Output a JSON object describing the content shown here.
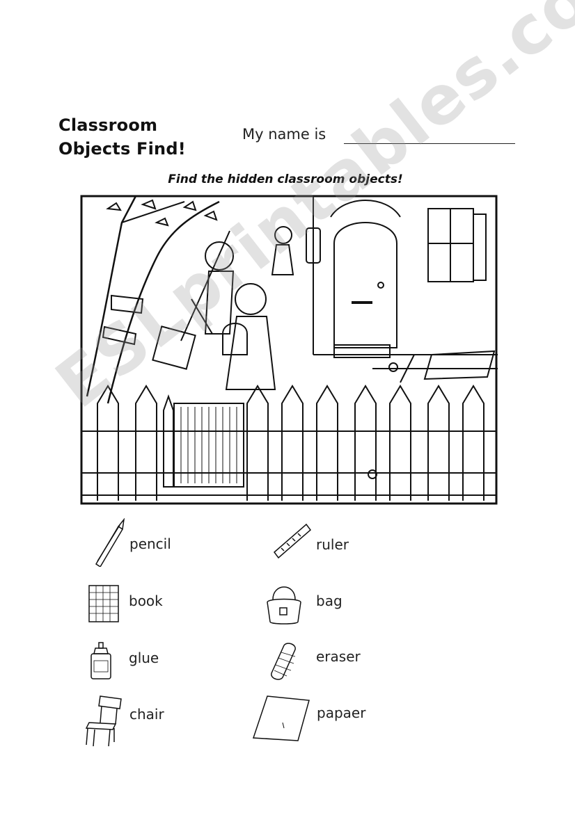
{
  "header": {
    "title_line1": "Classroom",
    "title_line2": "Objects Find!",
    "name_prompt": "My name is"
  },
  "instruction": "Find the hidden classroom objects!",
  "items": [
    {
      "label": "pencil",
      "icon": "pencil-icon"
    },
    {
      "label": "ruler",
      "icon": "ruler-icon"
    },
    {
      "label": "book",
      "icon": "book-icon"
    },
    {
      "label": "bag",
      "icon": "bag-icon"
    },
    {
      "label": "glue",
      "icon": "glue-icon"
    },
    {
      "label": "eraser",
      "icon": "eraser-icon"
    },
    {
      "label": "chair",
      "icon": "chair-icon"
    },
    {
      "label": "papaer",
      "icon": "paper-icon"
    }
  ],
  "watermark": "ESLprintables.com",
  "colors": {
    "ink": "#111111",
    "watermark": "#969696",
    "background": "#ffffff"
  }
}
